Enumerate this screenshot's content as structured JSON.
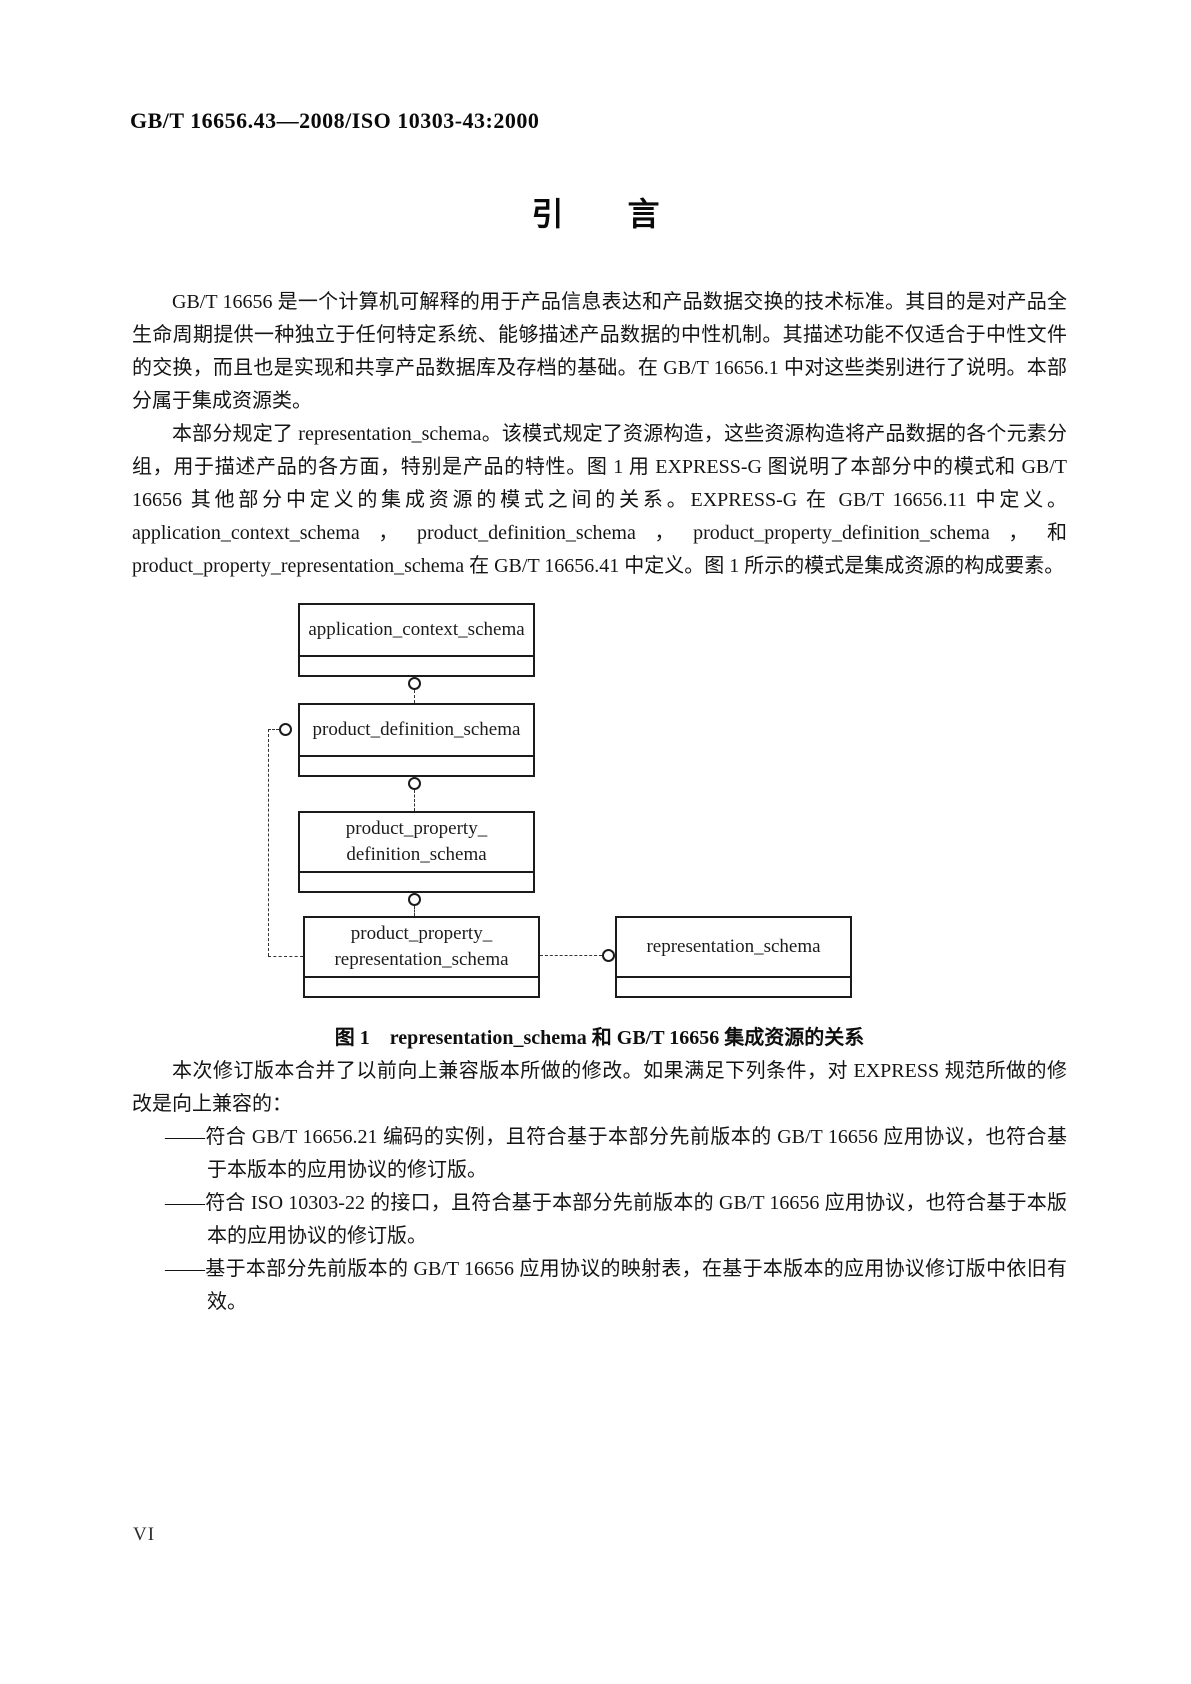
{
  "page": {
    "header": "GB/T 16656.43—2008/ISO 10303-43:2000",
    "title": "引　　言",
    "page_number": "VI"
  },
  "content": {
    "paragraph1": "GB/T 16656 是一个计算机可解释的用于产品信息表达和产品数据交换的技术标准。其目的是对产品全生命周期提供一种独立于任何特定系统、能够描述产品数据的中性机制。其描述功能不仅适合于中性文件的交换，而且也是实现和共享产品数据库及存档的基础。在 GB/T 16656.1 中对这些类别进行了说明。本部分属于集成资源类。",
    "paragraph2": "本部分规定了 representation_schema。该模式规定了资源构造，这些资源构造将产品数据的各个元素分组，用于描述产品的各方面，特别是产品的特性。图 1 用 EXPRESS-G 图说明了本部分中的模式和 GB/T 16656 其他部分中定义的集成资源的模式之间的关系。EXPRESS-G 在 GB/T 16656.11 中定义。application_context_schema，product_definition_schema，product_property_definition_schema，和 product_property_representation_schema 在 GB/T 16656.41 中定义。图 1 所示的模式是集成资源的构成要素。",
    "paragraph3": "本次修订版本合并了以前向上兼容版本所做的修改。如果满足下列条件，对 EXPRESS 规范所做的修改是向上兼容的：",
    "bullets": [
      "——符合 GB/T 16656.21 编码的实例，且符合基于本部分先前版本的 GB/T 16656 应用协议，也符合基于本版本的应用协议的修订版。",
      "——符合 ISO 10303-22 的接口，且符合基于本部分先前版本的 GB/T 16656 应用协议，也符合基于本版本的应用协议的修订版。",
      "——基于本部分先前版本的 GB/T 16656 应用协议的映射表，在基于本版本的应用协议修订版中依旧有效。"
    ]
  },
  "figure": {
    "caption": "图 1　representation_schema 和 GB/T 16656 集成资源的关系",
    "boxes": [
      {
        "line1": "application_context_schema"
      },
      {
        "line1": "product_definition_schema"
      },
      {
        "line1": "product_property_",
        "line2": "definition_schema"
      },
      {
        "line1": "product_property_",
        "line2": "representation_schema"
      },
      {
        "line1": "representation_schema"
      }
    ]
  }
}
